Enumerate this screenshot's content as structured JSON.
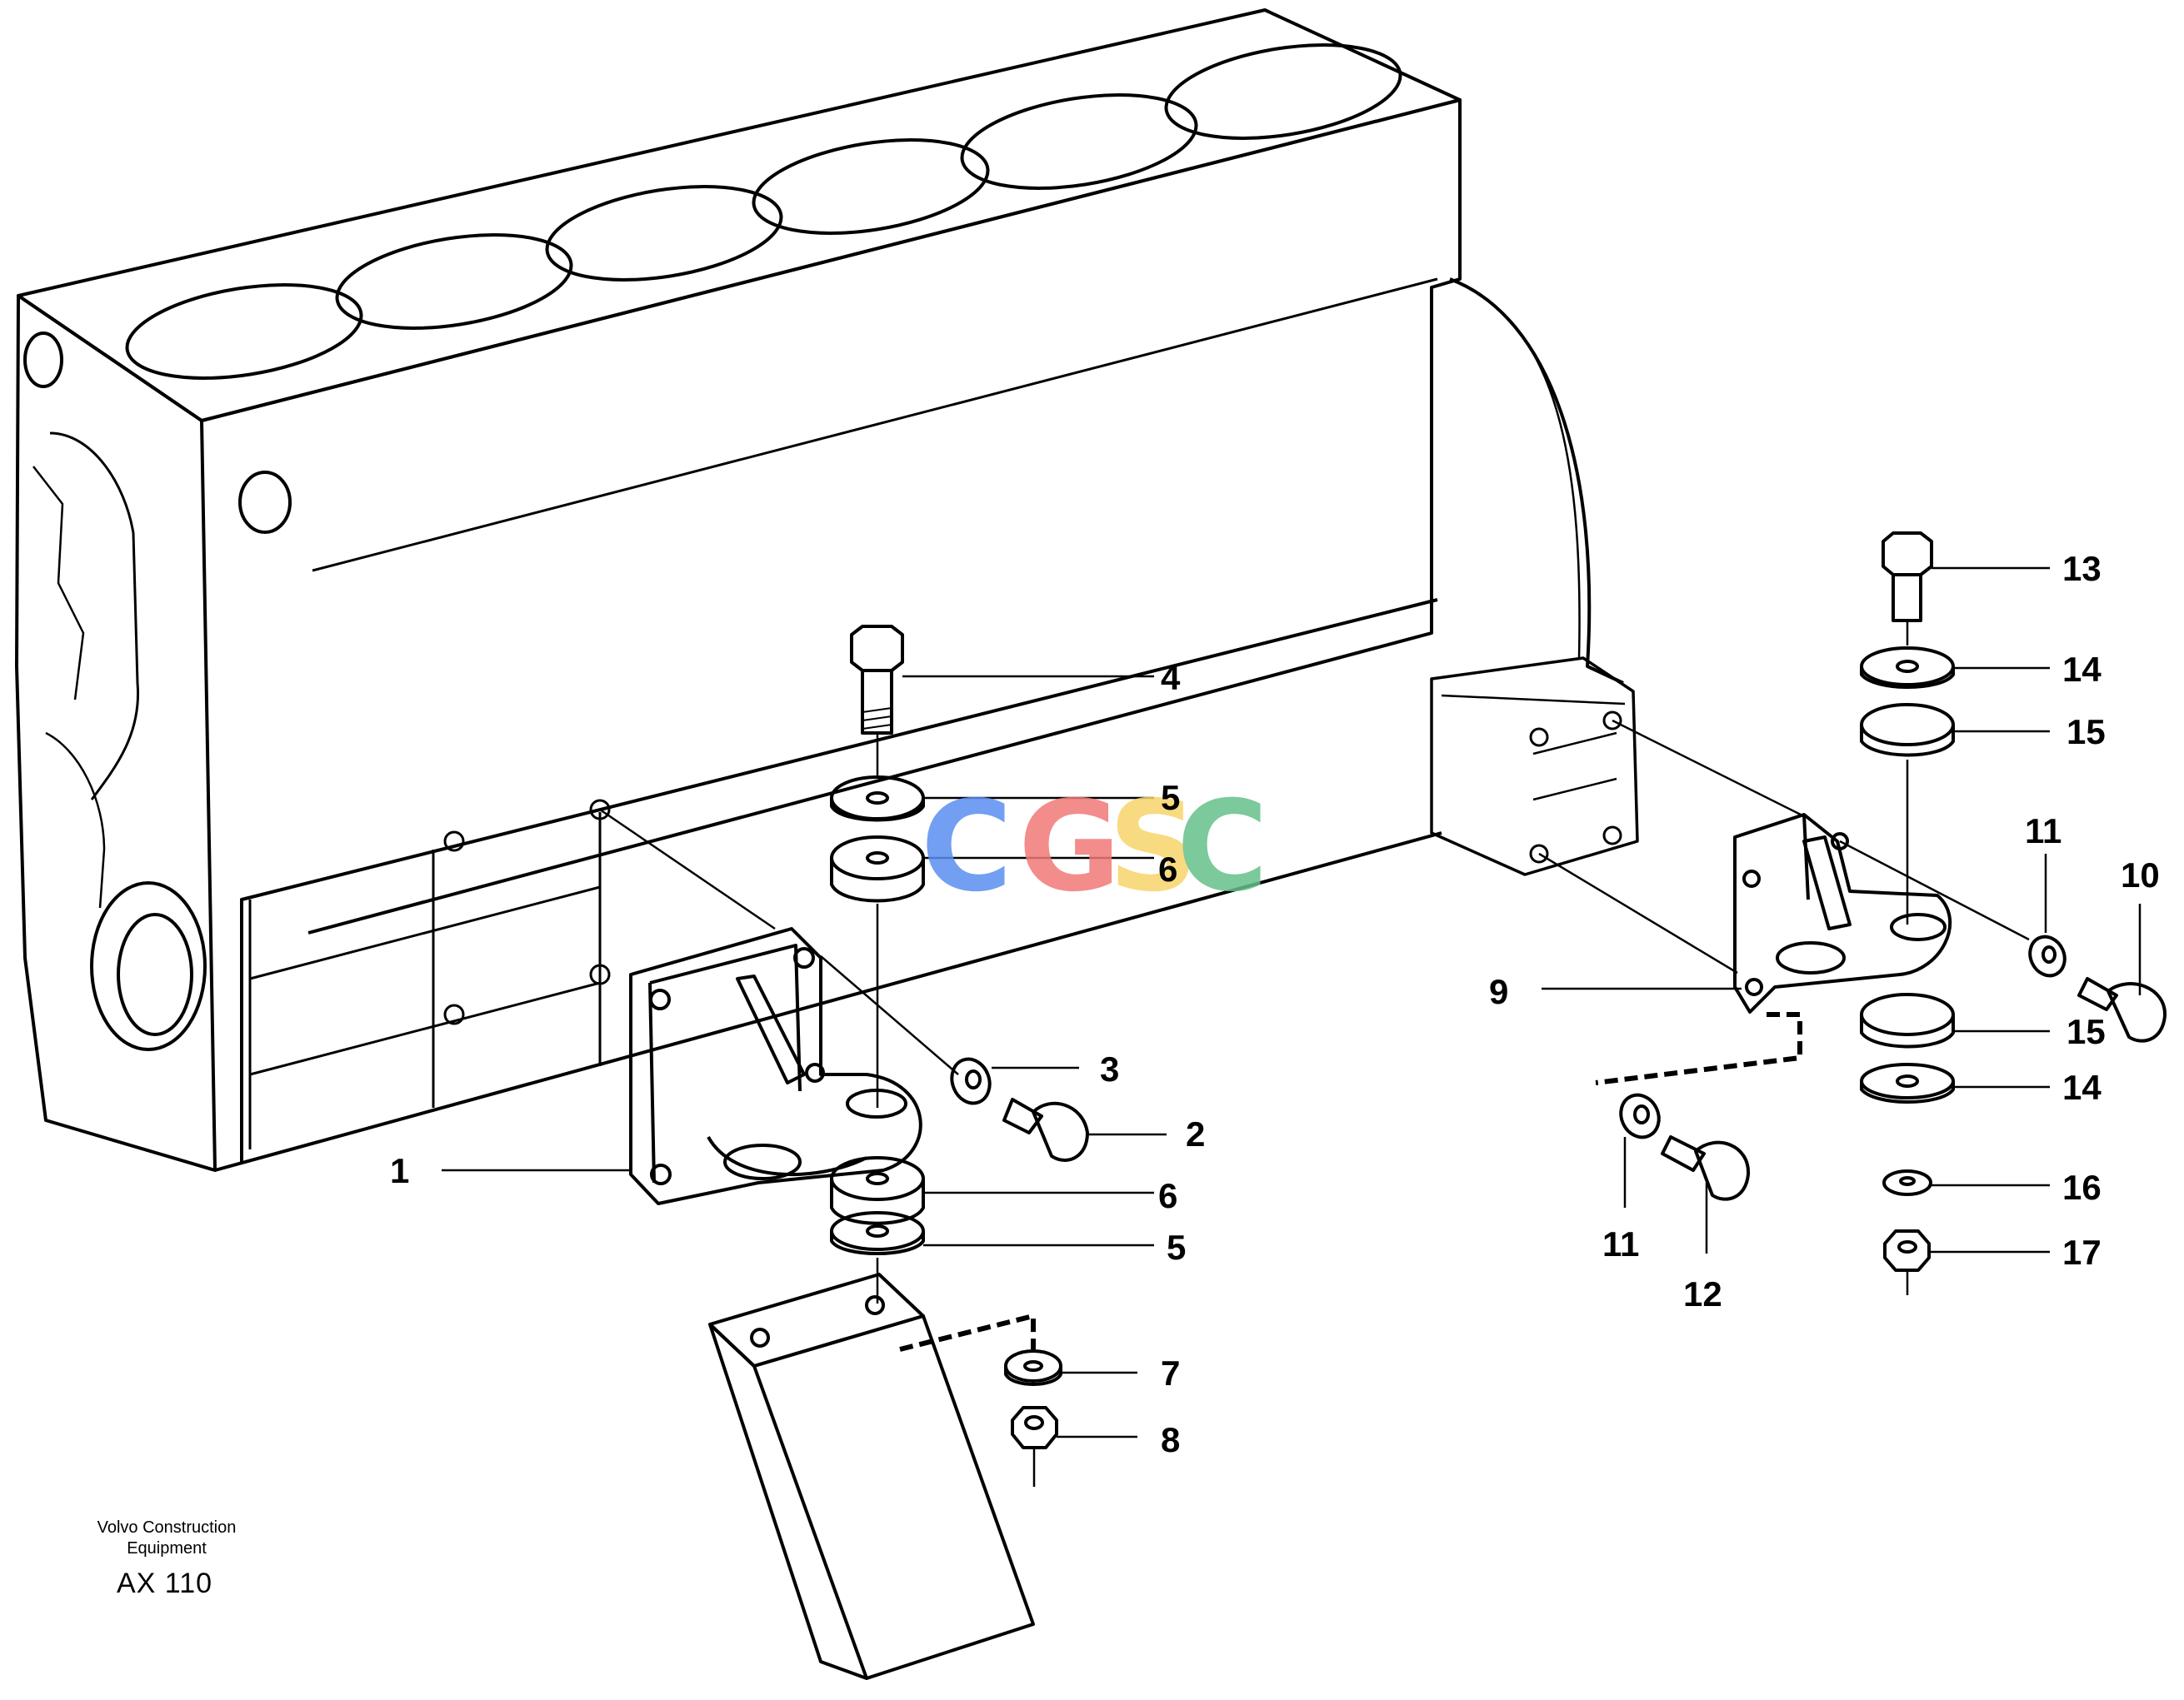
{
  "watermark": {
    "letters": [
      "C",
      "G",
      "S",
      "C"
    ],
    "colors": [
      "#5b8ff0",
      "#f07a78",
      "#f7d46a",
      "#66c08a"
    ]
  },
  "callouts": [
    "1",
    "2",
    "3",
    "4",
    "5",
    "6",
    "6",
    "5",
    "7",
    "8",
    "9",
    "10",
    "11",
    "11",
    "12",
    "13",
    "14",
    "15",
    "15",
    "14",
    "16",
    "17"
  ],
  "caption": {
    "line1": "Volvo Construction",
    "line2": "Equipment",
    "code": "AX 110"
  },
  "colors": {
    "line": "#000000",
    "background": "#ffffff"
  }
}
